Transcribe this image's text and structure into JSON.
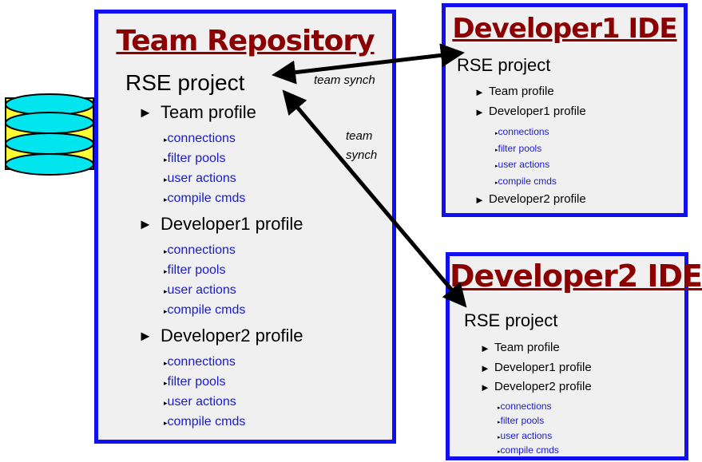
{
  "main": {
    "title": "Team Repository",
    "project": "RSE project",
    "marker": "►",
    "small_marker": "▸",
    "profiles": [
      {
        "name": "Team profile",
        "items": [
          "connections",
          "filter pools",
          "user actions",
          "compile cmds"
        ]
      },
      {
        "name": "Developer1 profile",
        "items": [
          "connections",
          "filter pools",
          "user actions",
          "compile cmds"
        ]
      },
      {
        "name": "Developer2 profile",
        "items": [
          "connections",
          "filter pools",
          "user actions",
          "compile cmds"
        ]
      }
    ]
  },
  "dev1": {
    "title": "Developer1 IDE",
    "project": "RSE project",
    "profile1": "Team profile",
    "profile2": "Developer1 profile",
    "items": [
      "connections",
      "filter pools",
      "user actions",
      "compile cmds"
    ],
    "profile3": "Developer2 profile"
  },
  "dev2": {
    "title": "Developer2 IDE",
    "project": "RSE project",
    "profile1": "Team profile",
    "profile2": "Developer1 profile",
    "profile3": "Developer2 profile",
    "items": [
      "connections",
      "filter pools",
      "user actions",
      "compile cmds"
    ]
  },
  "labels": {
    "team_synch_1": "team synch",
    "team_synch_2a": "team",
    "team_synch_2b": "synch"
  },
  "colors": {
    "panel_border": "#1010ee",
    "panel_fill": "#f0f0f0",
    "title": "#8b0000",
    "item_text": "#1a1ad0",
    "db_top": "#00e5ee",
    "db_body": "#ffff33"
  }
}
